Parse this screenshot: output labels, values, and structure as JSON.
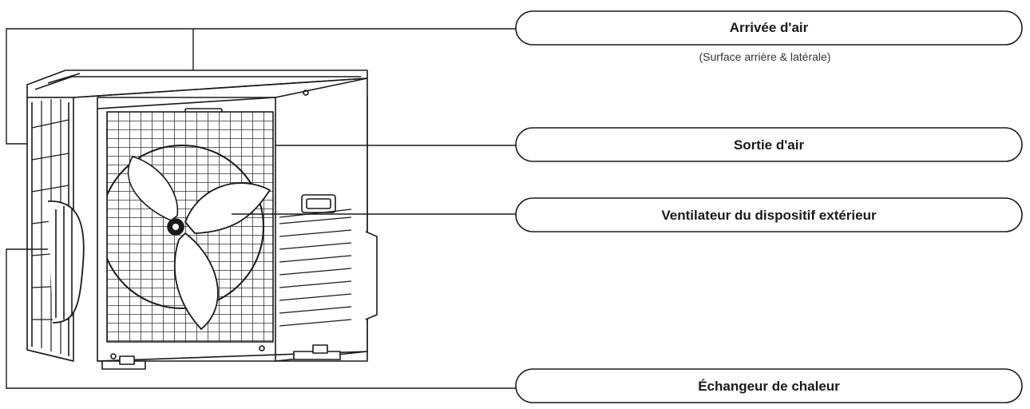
{
  "labels": {
    "air_inlet": "Arrivée d'air",
    "air_inlet_note": "(Surface arrière & latérale)",
    "air_outlet": "Sortie d'air",
    "outdoor_fan": "Ventilateur du dispositif extérieur",
    "heat_exchanger": "Échangeur de chaleur"
  },
  "colors": {
    "line": "#1a1a1a",
    "background": "#ffffff"
  }
}
